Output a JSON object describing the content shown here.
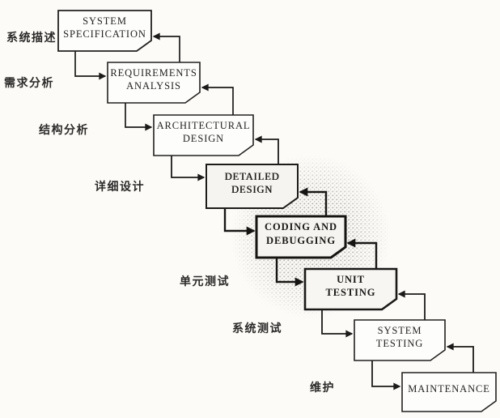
{
  "diagram": {
    "type": "waterfall-model-flowchart",
    "stages": [
      {
        "name": "system-specification",
        "line1": "SYSTEM",
        "line2": "SPECIFICATION"
      },
      {
        "name": "requirements-analysis",
        "line1": "REQUIREMENTS",
        "line2": "ANALYSIS"
      },
      {
        "name": "architectural-design",
        "line1": "ARCHITECTURAL",
        "line2": "DESIGN"
      },
      {
        "name": "detailed-design",
        "line1": "DETAILED",
        "line2": "DESIGN"
      },
      {
        "name": "coding-and-debugging",
        "line1": "CODING AND",
        "line2": "DEBUGGING"
      },
      {
        "name": "unit-testing",
        "line1": "UNIT",
        "line2": "TESTING"
      },
      {
        "name": "system-testing",
        "line1": "SYSTEM",
        "line2": "TESTING"
      },
      {
        "name": "maintenance",
        "line1": "MAINTENANCE",
        "line2": ""
      }
    ],
    "side_labels": [
      {
        "name": "label-system-description",
        "text": "系统描述"
      },
      {
        "name": "label-requirements-analysis",
        "text": "需求分析"
      },
      {
        "name": "label-structure-analysis",
        "text": "结构分析"
      },
      {
        "name": "label-detailed-design",
        "text": "详细设计"
      },
      {
        "name": "label-unit-testing",
        "text": "单元测试"
      },
      {
        "name": "label-system-testing",
        "text": "系统测试"
      },
      {
        "name": "label-maintenance",
        "text": "维护"
      }
    ],
    "connections": [
      {
        "from": "system-specification",
        "to": "requirements-analysis",
        "feedback_to_from": true
      },
      {
        "from": "requirements-analysis",
        "to": "architectural-design",
        "feedback_to_from": true
      },
      {
        "from": "architectural-design",
        "to": "detailed-design",
        "feedback_to_from": true
      },
      {
        "from": "detailed-design",
        "to": "coding-and-debugging",
        "feedback_to_from": true
      },
      {
        "from": "coding-and-debugging",
        "to": "unit-testing",
        "feedback_to_from": true
      },
      {
        "from": "unit-testing",
        "to": "system-testing",
        "feedback_to_from": true
      },
      {
        "from": "system-testing",
        "to": "maintenance",
        "feedback_to_from": true
      }
    ],
    "colors": {
      "line": "#1c1b19",
      "box_fill": "#fdfdfb",
      "shaded_box_fill": "#f5f4f0",
      "stipple": "#8f8d8a",
      "background": "#fcfbf8"
    }
  }
}
